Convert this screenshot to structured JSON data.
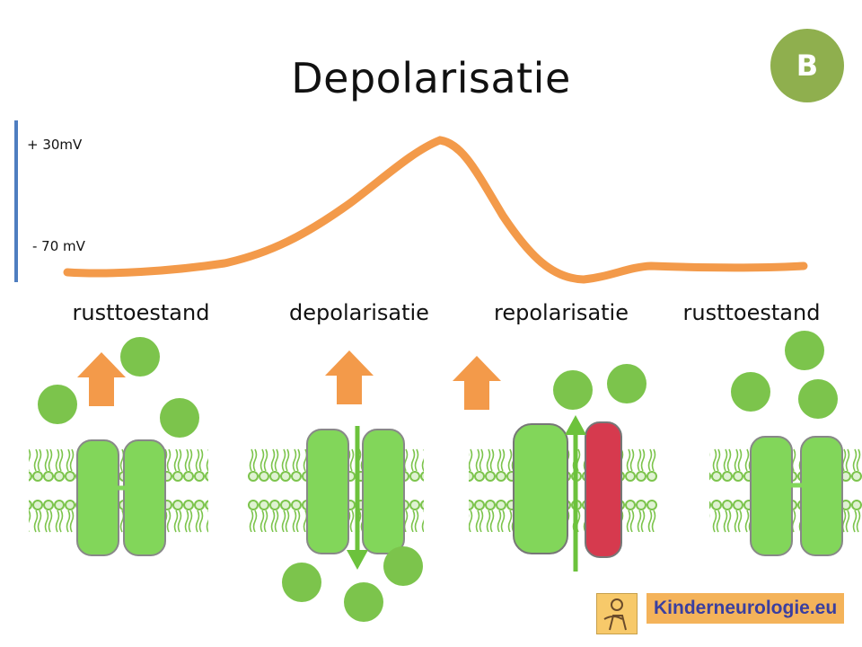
{
  "title": "Depolarisatie",
  "badge": "B",
  "axis": {
    "top_label": "+ 30mV",
    "bottom_label": "- 70 mV"
  },
  "phases": [
    "rusttoestand",
    "depolarisatie",
    "repolarisatie",
    "rusttoestand"
  ],
  "logo_text": "Kinderneurologie.eu",
  "colors": {
    "curve": "#f39a4a",
    "ion": "#7cc44c",
    "channel": "#82d65a",
    "channel_red": "#d63a4e",
    "arrow_orange": "#f39a4a",
    "arrow_green": "#6cc23c",
    "axis": "#4f7ec0",
    "badge": "#8faf4e"
  }
}
